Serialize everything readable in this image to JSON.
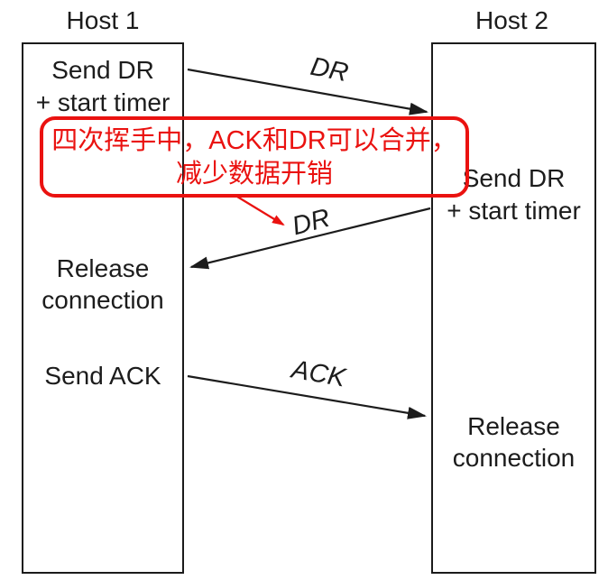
{
  "colors": {
    "annotation_red": "#ea1210",
    "line_black": "#1c1c1c"
  },
  "host1": {
    "title": "Host 1",
    "event1_line1": "Send DR",
    "event1_line2": "+ start timer",
    "event2_line1": "Release",
    "event2_line2": "connection",
    "event3": "Send ACK"
  },
  "host2": {
    "title": "Host 2",
    "event1_line1": "Send DR",
    "event1_line2": "+ start timer",
    "event2_line1": "Release",
    "event2_line2": "connection"
  },
  "messages": {
    "dr1_label": "DR",
    "dr2_label": "DR",
    "ack_label": "ACK"
  },
  "annotation": {
    "line1": "四次挥手中，ACK和DR可以合并，",
    "line2": "减少数据开销"
  }
}
